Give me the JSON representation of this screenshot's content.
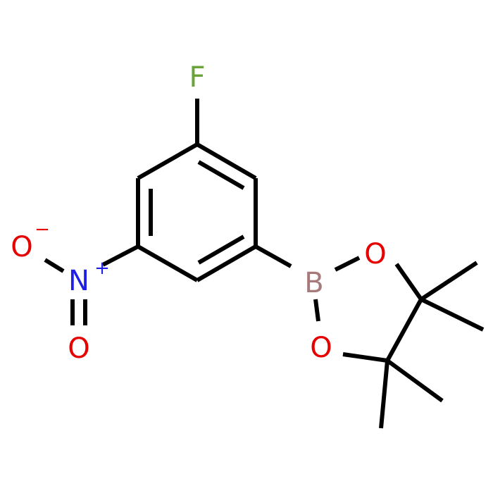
{
  "molecule": {
    "atoms": {
      "fluorine": {
        "label": "F",
        "color": "#6aa33a"
      },
      "nitro_n": {
        "label": "N",
        "charge": "+",
        "color": "#1f1fe6"
      },
      "nitro_o_minus": {
        "label": "O",
        "charge": "−",
        "color": "#e60000"
      },
      "nitro_o_double": {
        "label": "O",
        "color": "#e60000"
      },
      "boron": {
        "label": "B",
        "color": "#a67a7a"
      },
      "oxygen_upper": {
        "label": "O",
        "color": "#e60000"
      },
      "oxygen_lower": {
        "label": "O",
        "color": "#e60000"
      }
    },
    "bond_color": "#000000"
  }
}
